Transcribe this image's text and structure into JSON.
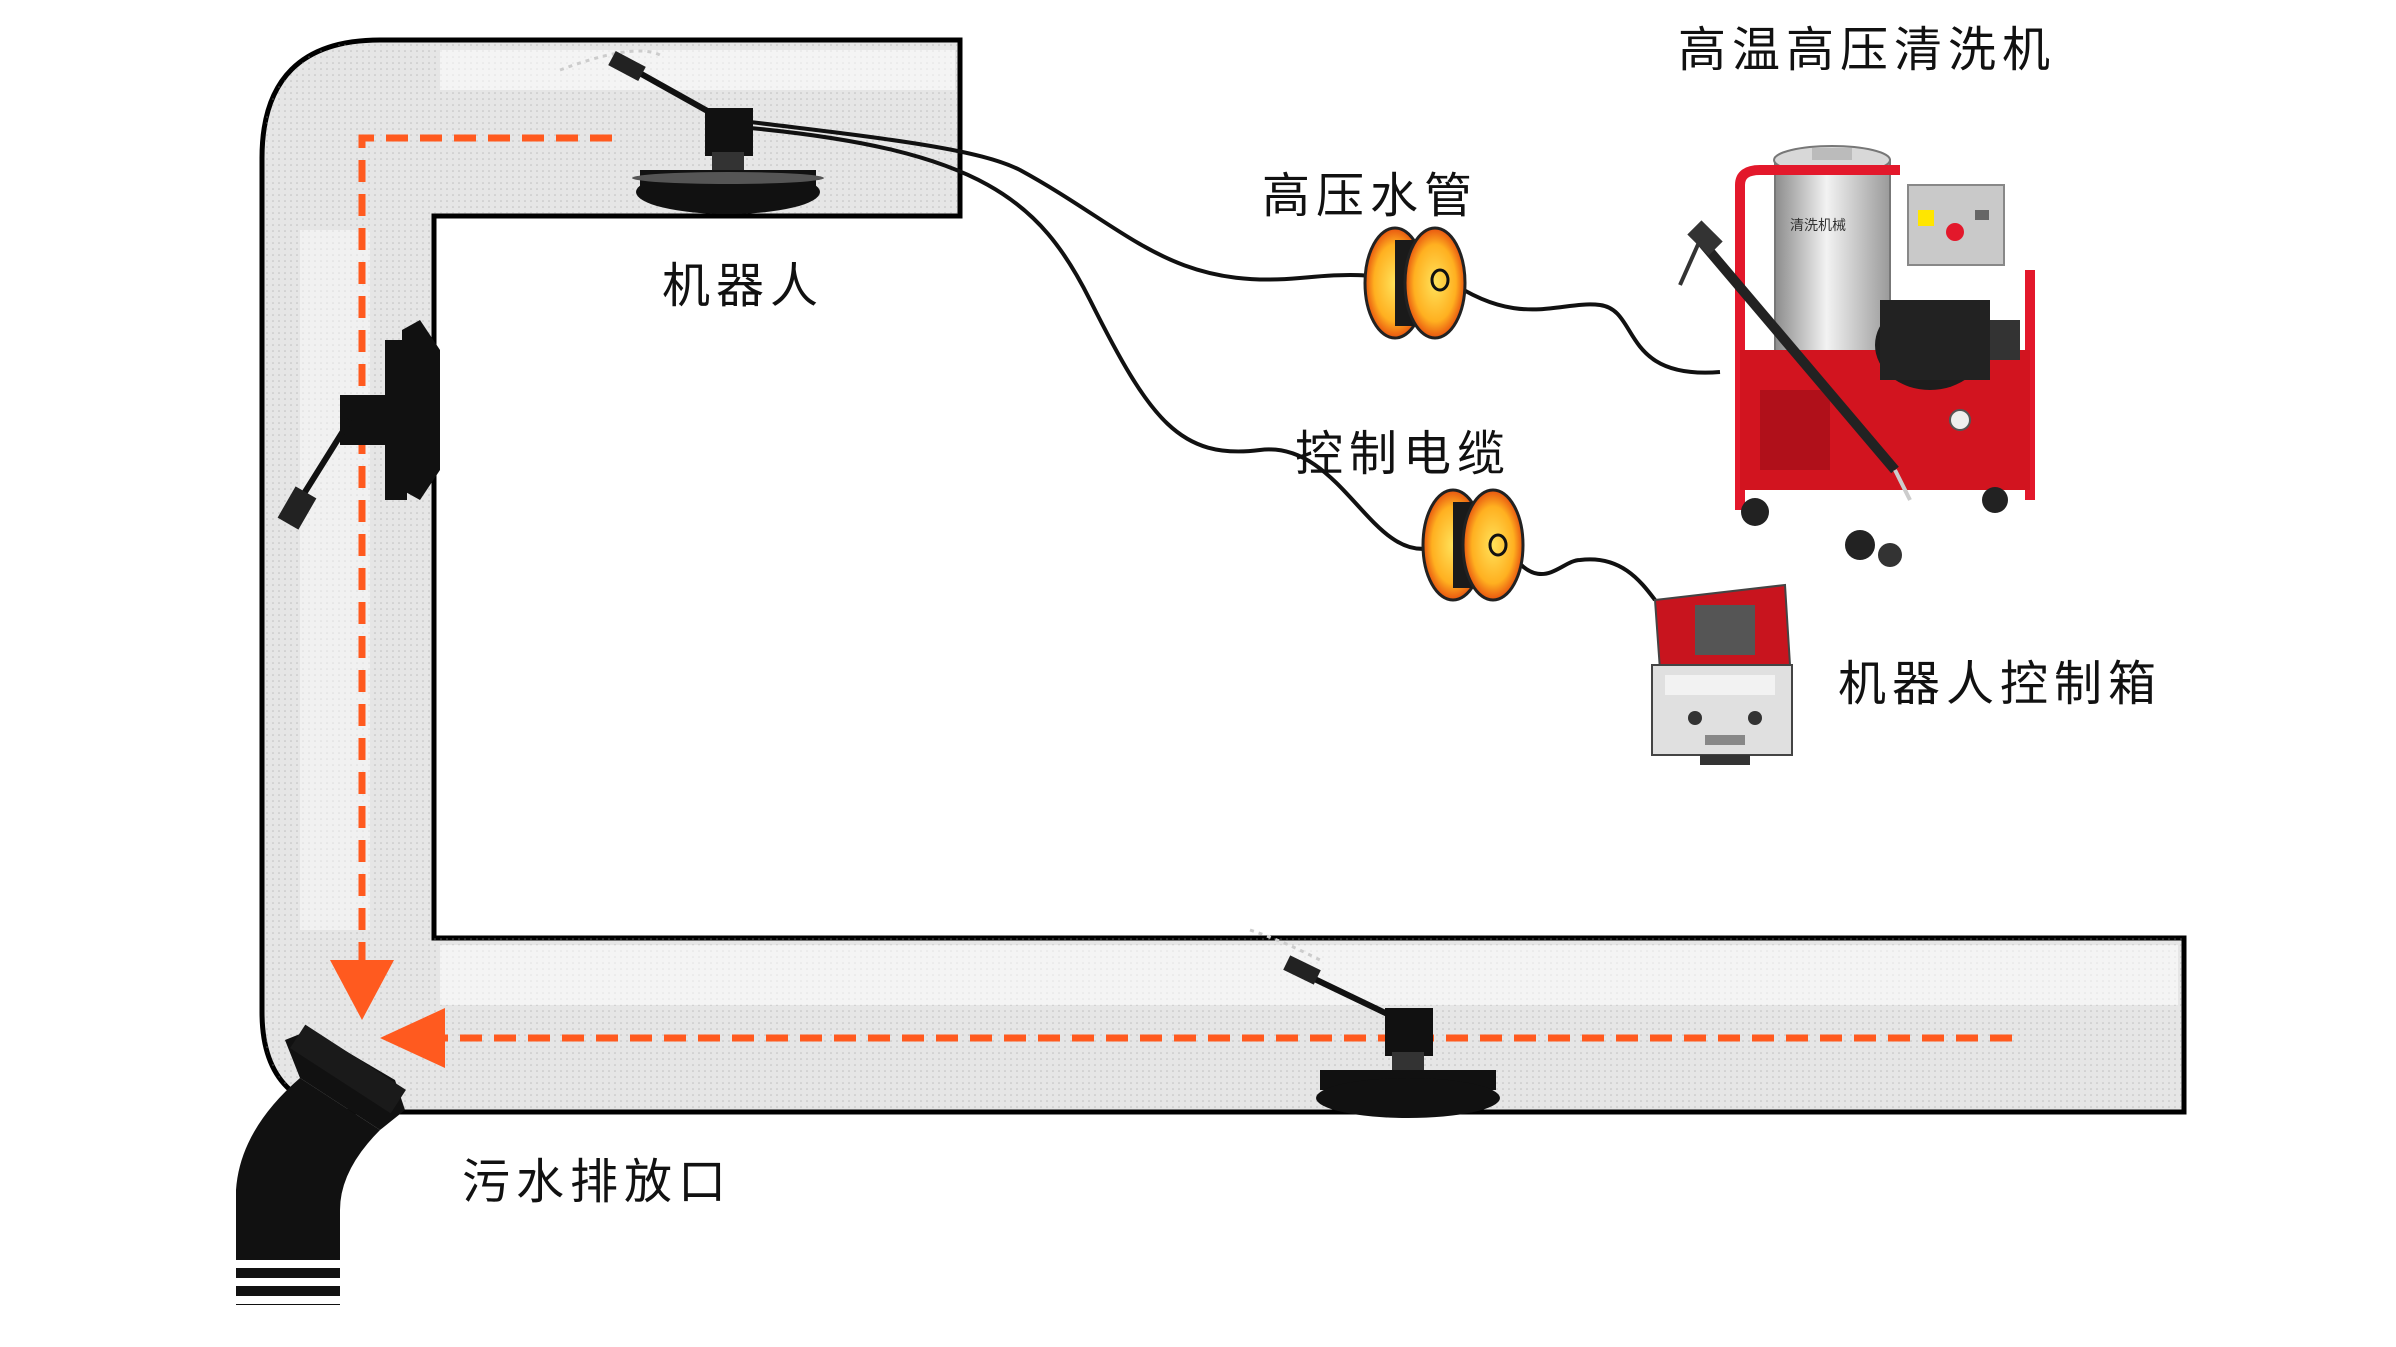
{
  "labels": {
    "machine": "高温高压清洗机",
    "hose": "高压水管",
    "robot": "机器人",
    "cable": "控制电缆",
    "control_box": "机器人控制箱",
    "outlet": "污水排放口"
  },
  "machine_panel_text": "清洗机械",
  "colors": {
    "pipe_outline": "#000000",
    "pipe_fill": "#dcdcdc",
    "arrow": "#ff5a1f",
    "reel_outer": "#ff9a1a",
    "reel_inner": "#ffd23a",
    "machine_frame": "#e3182b",
    "machine_tank": "#c8c8c8",
    "box_case": "#d9d9d9",
    "box_lid": "#c8141e"
  },
  "icons": {
    "robot": "pipe-crawler-robot-icon",
    "reel": "cable-reel-icon",
    "machine": "pressure-washer-icon",
    "box": "control-box-icon",
    "outlet": "drain-outlet-icon"
  }
}
